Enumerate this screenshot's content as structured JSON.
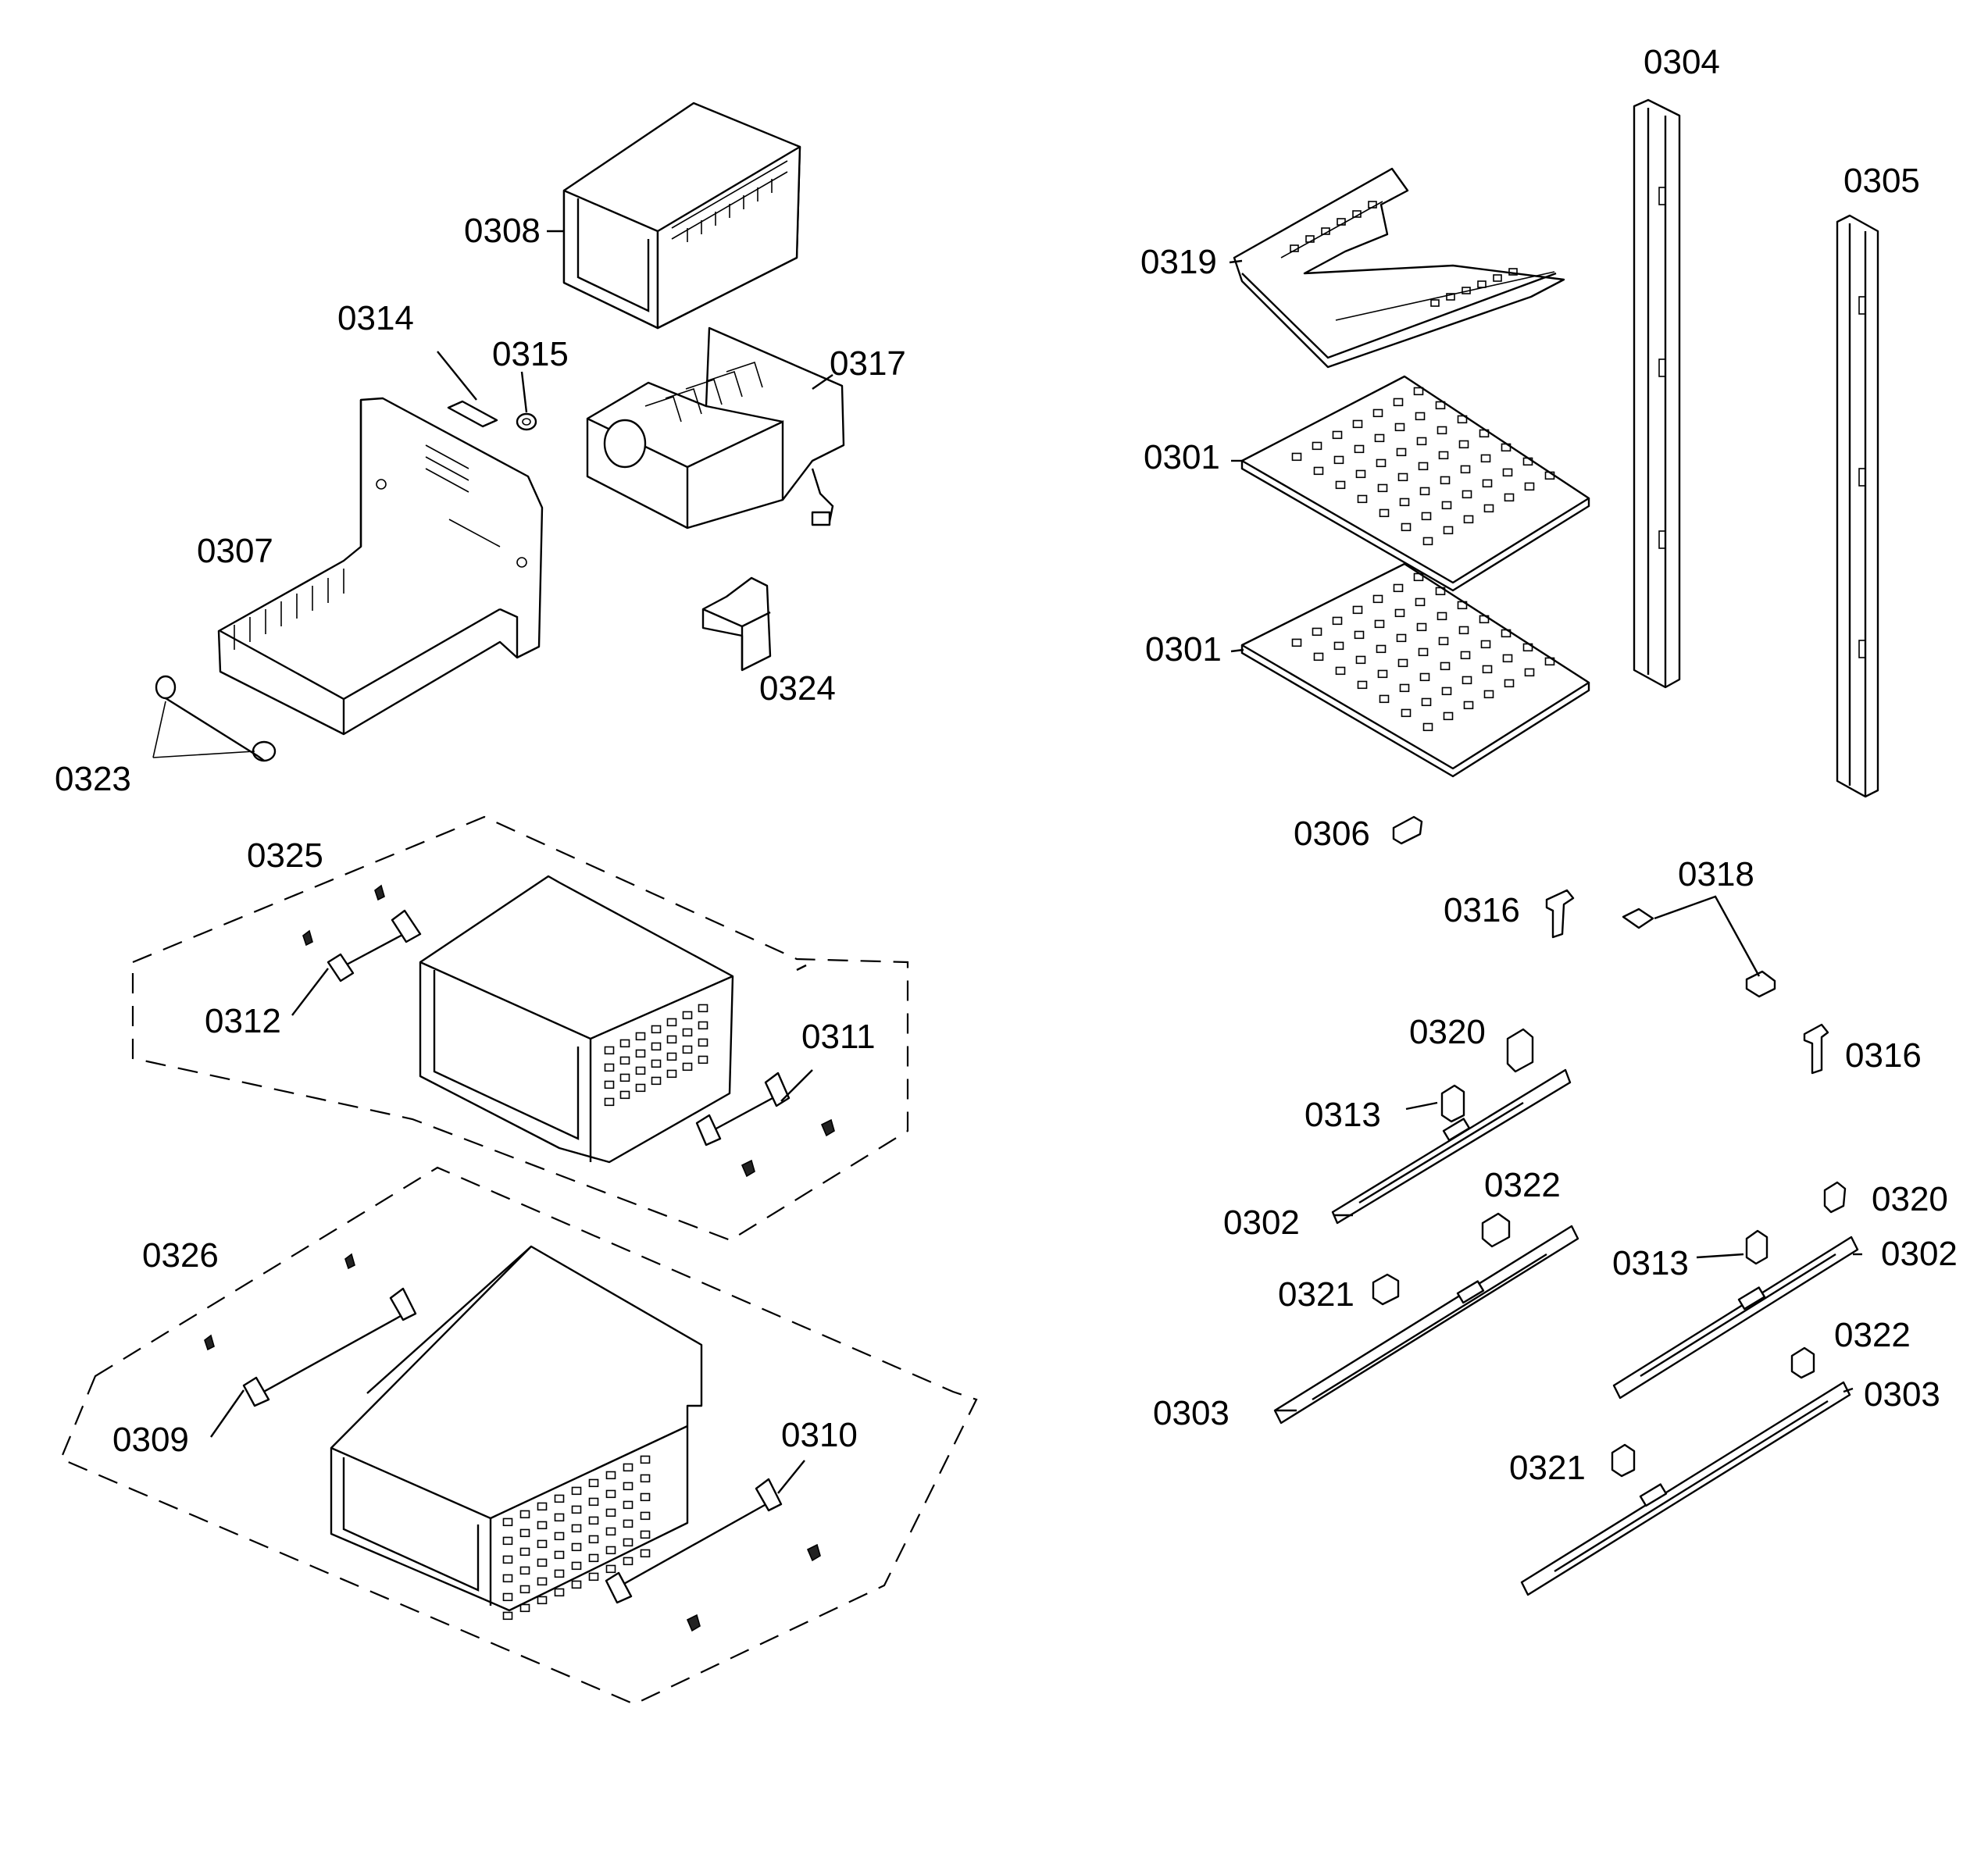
{
  "callouts": {
    "c0304": "0304",
    "c0305": "0305",
    "c0308": "0308",
    "c0319": "0319",
    "c0314": "0314",
    "c0315": "0315",
    "c0317": "0317",
    "c0301a": "0301",
    "c0301b": "0301",
    "c0307": "0307",
    "c0324": "0324",
    "c0323": "0323",
    "c0306": "0306",
    "c0325": "0325",
    "c0318": "0318",
    "c0316a": "0316",
    "c0312": "0312",
    "c0311": "0311",
    "c0320a": "0320",
    "c0316b": "0316",
    "c0313a": "0313",
    "c0322a": "0322",
    "c0302a": "0302",
    "c0320b": "0320",
    "c0326": "0326",
    "c0313b": "0313",
    "c0302b": "0302",
    "c0321a": "0321",
    "c0322b": "0322",
    "c0303a": "0303",
    "c0303b": "0303",
    "c0309": "0309",
    "c0310": "0310",
    "c0321b": "0321"
  }
}
